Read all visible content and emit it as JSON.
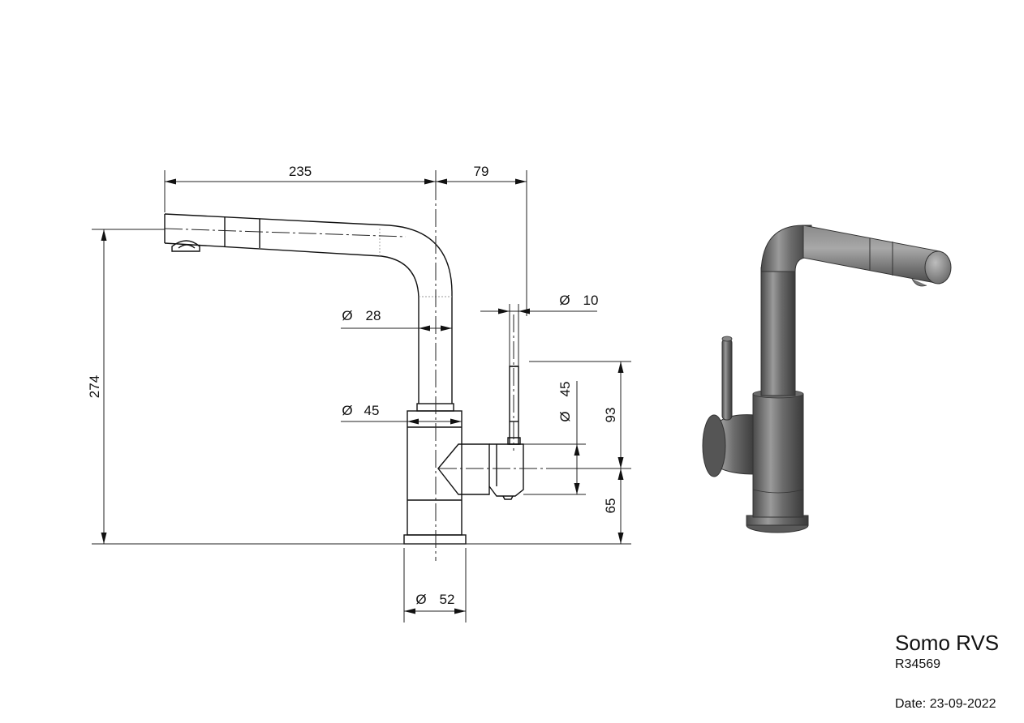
{
  "dimensions": {
    "spout_reach": "235",
    "handle_offset": "79",
    "total_height": "274",
    "spout_diameter": "28",
    "lever_diameter": "10",
    "body_diameter": "45",
    "handle_body_diameter": "45",
    "upper_height": "93",
    "lower_height": "65",
    "base_diameter": "52",
    "diameter_symbol": "Ø"
  },
  "title_block": {
    "product_name": "Somo RVS",
    "article_code": "R34569",
    "date_label": "Date:",
    "date_value": "23-09-2022"
  },
  "colors": {
    "line": "#111111",
    "render_dark": "#3a3a3a",
    "render_mid": "#7a7a7a",
    "render_light": "#c8c8c8"
  }
}
